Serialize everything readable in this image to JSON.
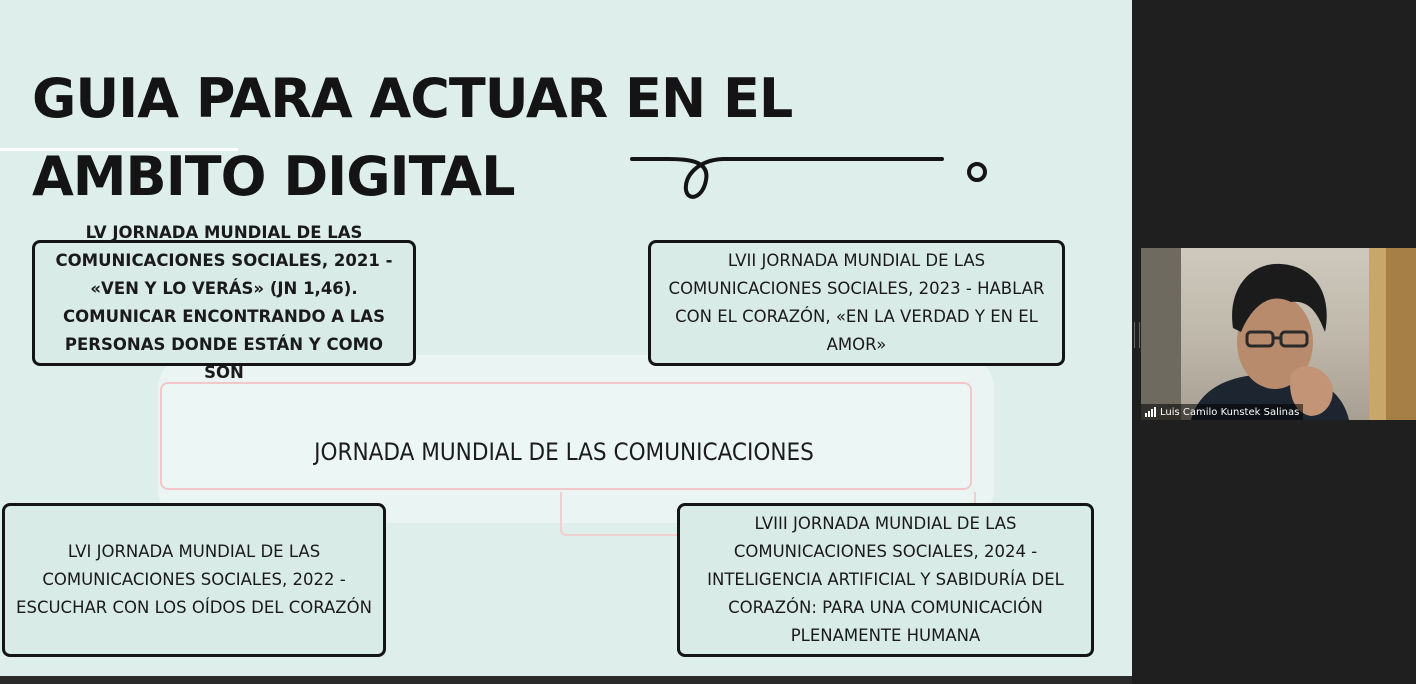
{
  "slide": {
    "title": "GUIA PARA ACTUAR EN EL AMBITO DIGITAL",
    "center_label": "JORNADA MUNDIAL DE LAS COMUNICACIONES",
    "boxes": [
      "LV JORNADA MUNDIAL DE LAS COMUNICACIONES SOCIALES, 2021 - «VEN Y LO VERÁS» (JN 1,46). COMUNICAR ENCONTRANDO A LAS PERSONAS DONDE ESTÁN Y COMO SON",
      "LVII JORNADA MUNDIAL DE LAS COMUNICACIONES SOCIALES, 2023 - HABLAR CON EL CORAZÓN, «EN LA VERDAD Y EN EL AMOR»",
      "LVI JORNADA MUNDIAL DE LAS COMUNICACIONES SOCIALES, 2022 - ESCUCHAR CON LOS OÍDOS DEL CORAZÓN",
      "LVIII JORNADA MUNDIAL DE LAS COMUNICACIONES SOCIALES, 2024 - INTELIGENCIA ARTIFICIAL Y SABIDURÍA DEL CORAZÓN: PARA UNA COMUNICACIÓN PLENAMENTE HUMANA"
    ]
  },
  "participant": {
    "name": "Luis Camilo Kunstek Salinas",
    "icon": "signal-bars-icon"
  },
  "colors": {
    "slide_background": "#ddeeeb",
    "panel_background": "#1f1f1f",
    "box_border": "#141414",
    "decor_pink": "#f2c7c7"
  }
}
